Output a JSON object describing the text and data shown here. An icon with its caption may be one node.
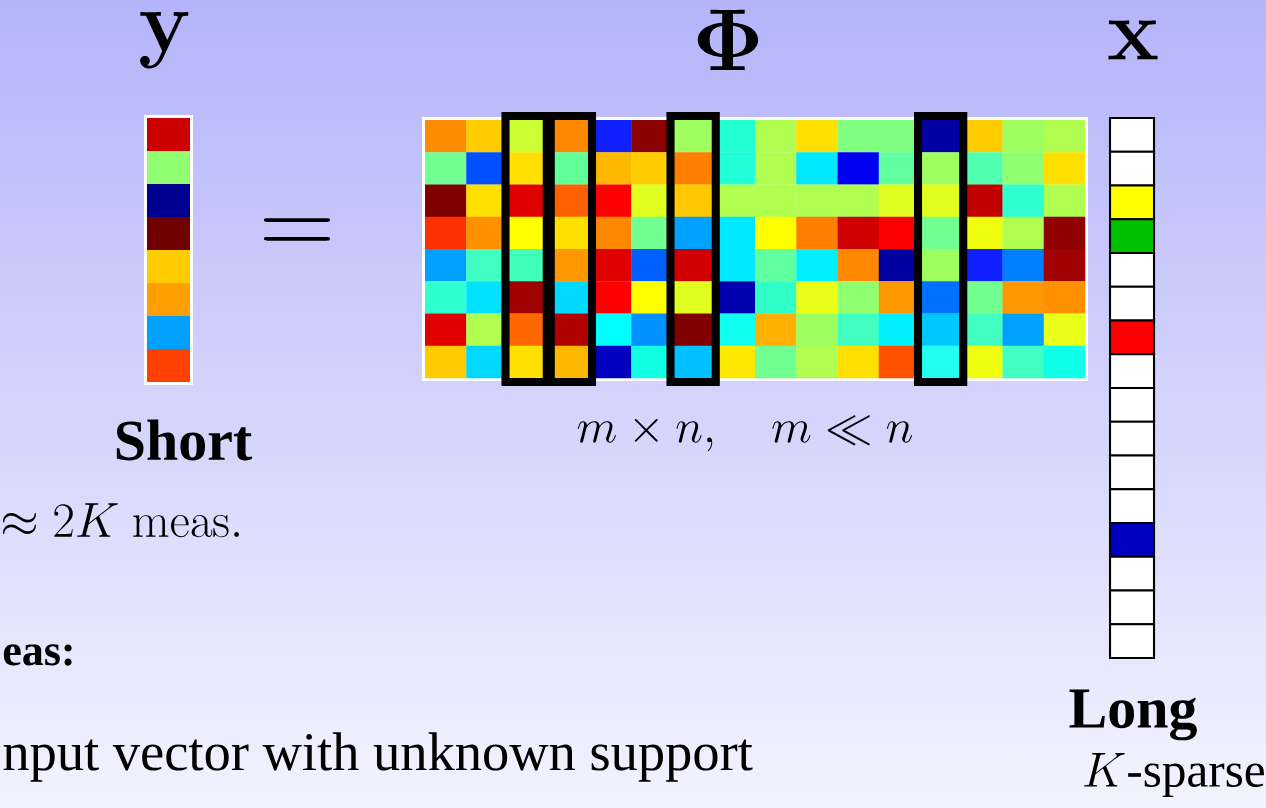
{
  "diagram": {
    "labels": [
      "\\mathbf{y}",
      "\\mathbf{\\Phi}",
      "\\mathbf{x}",
      "=",
      "Short",
      "m \\times n, \\quad m \\ll n",
      "\\approx 2K\\ \\mathrm{meas.}",
      "eas:",
      "Long",
      "K\\mbox{-sparse}",
      "nput vector with unknown support"
    ]
  }
}
